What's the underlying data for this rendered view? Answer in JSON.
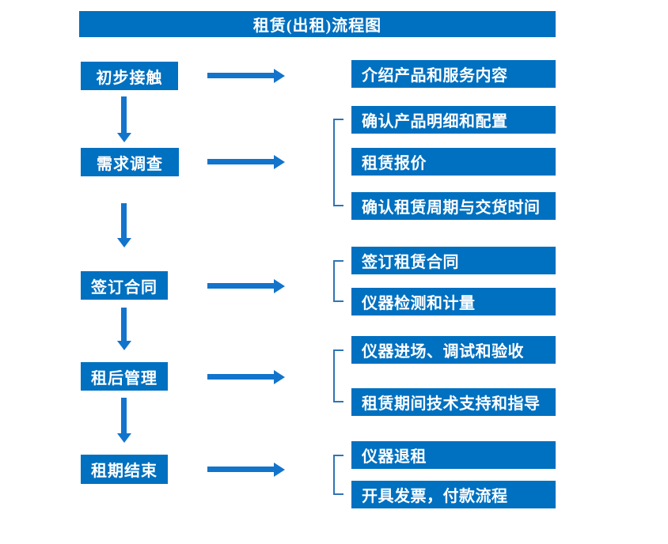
{
  "title": "租赁(出租)流程图",
  "colors": {
    "box_blue": "#0070C0",
    "arrow_blue": "#1374CC",
    "bracket_blue": "#2E74B5",
    "text_white": "#FFFFFF"
  },
  "flowchart": {
    "stages": [
      {
        "label": "初步接触",
        "details": [
          "介绍产品和服务内容"
        ]
      },
      {
        "label": "需求调查",
        "details": [
          "确认产品明细和配置",
          "租赁报价",
          "确认租赁周期与交货时间"
        ]
      },
      {
        "label": "签订合同",
        "details": [
          "签订租赁合同",
          "仪器检测和计量"
        ]
      },
      {
        "label": "租后管理",
        "details": [
          "仪器进场、调试和验收",
          "租赁期间技术支持和指导"
        ]
      },
      {
        "label": "租期结束",
        "details": [
          "仪器退租",
          "开具发票，付款流程"
        ]
      }
    ]
  }
}
